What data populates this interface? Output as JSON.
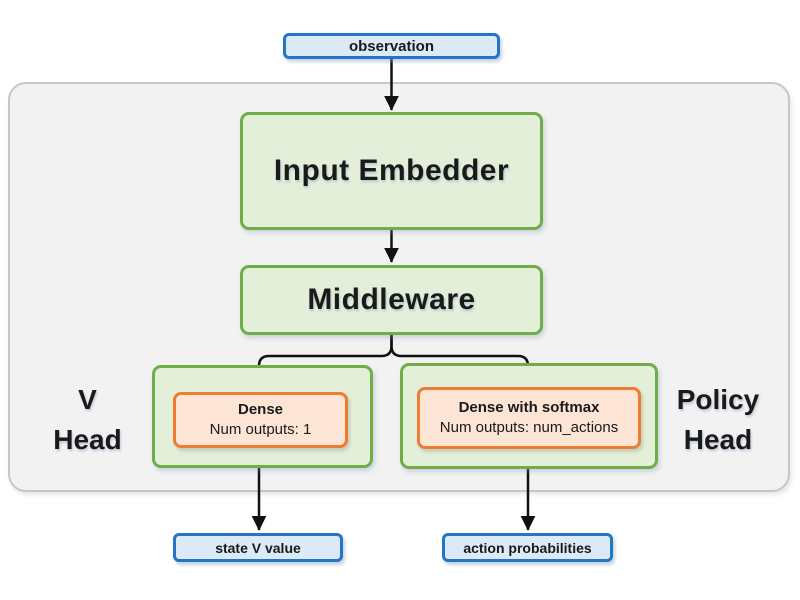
{
  "diagram": {
    "nodes": {
      "observation": {
        "label": "observation"
      },
      "input_embedder": {
        "label": "Input Embedder"
      },
      "middleware": {
        "label": "Middleware"
      },
      "v_head": {
        "line1": "V",
        "line2": "Head"
      },
      "policy_head": {
        "line1": "Policy",
        "line2": "Head"
      },
      "v_dense": {
        "title": "Dense",
        "subtitle": "Num outputs: 1"
      },
      "policy_dense": {
        "title": "Dense with softmax",
        "subtitle": "Num outputs: num_actions"
      },
      "state_v_value": {
        "label": "state V value"
      },
      "action_probabilities": {
        "label": "action probabilities"
      }
    },
    "edges": [
      {
        "from": "observation",
        "to": "input_embedder"
      },
      {
        "from": "input_embedder",
        "to": "middleware"
      },
      {
        "from": "middleware",
        "to": "v_dense"
      },
      {
        "from": "middleware",
        "to": "policy_dense"
      },
      {
        "from": "v_dense",
        "to": "state_v_value"
      },
      {
        "from": "policy_dense",
        "to": "action_probabilities"
      }
    ]
  },
  "colors": {
    "blue_fill": "#dce9f7",
    "blue_border": "#2375c6",
    "green_fill": "#e3efd9",
    "green_border": "#70ad47",
    "orange_fill": "#fce5d5",
    "orange_border": "#ed7d31",
    "container_fill": "#f2f2f2",
    "container_border": "#c6c6c6",
    "arrow": "#111111",
    "text": "#1a1a1a"
  }
}
